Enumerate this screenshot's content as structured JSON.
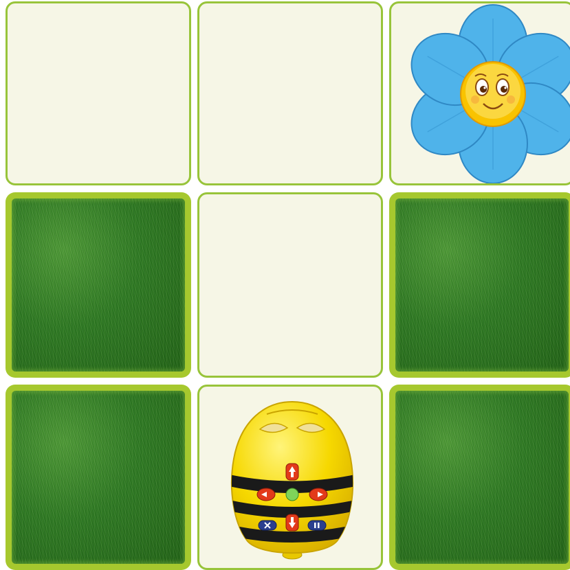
{
  "board": {
    "rows": 3,
    "cols": 3,
    "cells": [
      {
        "row": 0,
        "col": 0,
        "tile": "empty"
      },
      {
        "row": 0,
        "col": 1,
        "tile": "empty"
      },
      {
        "row": 0,
        "col": 2,
        "tile": "flower"
      },
      {
        "row": 1,
        "col": 0,
        "tile": "grass"
      },
      {
        "row": 1,
        "col": 1,
        "tile": "empty"
      },
      {
        "row": 1,
        "col": 2,
        "tile": "grass"
      },
      {
        "row": 2,
        "col": 0,
        "tile": "grass"
      },
      {
        "row": 2,
        "col": 1,
        "tile": "bee-bot"
      },
      {
        "row": 2,
        "col": 2,
        "tile": "grass"
      }
    ]
  },
  "colors": {
    "tile_background": "#f6f6e6",
    "tile_border": "#98c43a",
    "grass": "#2f7a24",
    "flower_petal": "#4fb3ea",
    "flower_center": "#f9c300",
    "bee_yellow": "#f6d800",
    "bee_stripe": "#1a1a1a"
  },
  "icons": {
    "goal": "flower-icon",
    "robot": "bee-bot-icon",
    "obstacle": "grass-icon"
  }
}
